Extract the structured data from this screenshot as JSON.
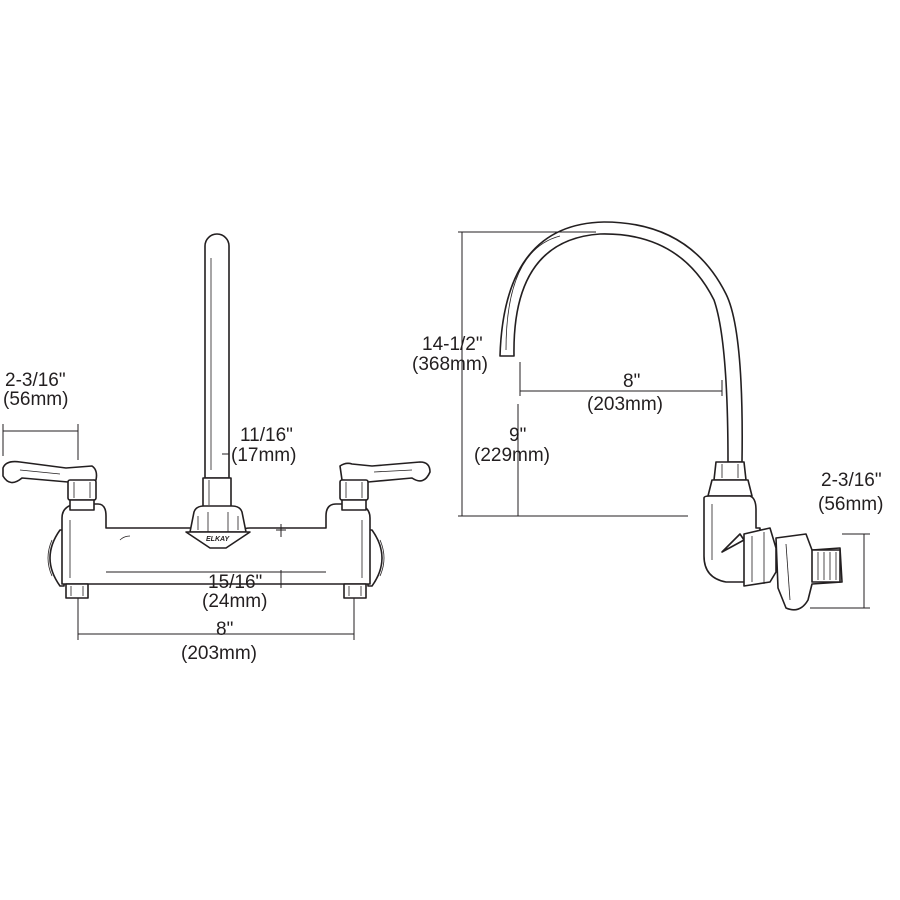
{
  "front_view": {
    "handle_offset": {
      "imperial": "2-3/16\"",
      "metric": "(56mm)"
    },
    "spout_diameter": {
      "imperial": "11/16\"",
      "metric": "(17mm)"
    },
    "body_height": {
      "imperial": "15/16\"",
      "metric": "(24mm)"
    },
    "center_spacing": {
      "imperial": "8\"",
      "metric": "(203mm)"
    },
    "logo": "ELKAY"
  },
  "side_view": {
    "overall_height": {
      "imperial": "14-1/2\"",
      "metric": "(368mm)"
    },
    "spout_reach": {
      "imperial": "8\"",
      "metric": "(203mm)"
    },
    "spout_clearance": {
      "imperial": "9\"",
      "metric": "(229mm)"
    },
    "wall_offset": {
      "imperial": "2-3/16\"",
      "metric": "(56mm)"
    }
  },
  "colors": {
    "line": "#231f20",
    "background": "#ffffff"
  }
}
